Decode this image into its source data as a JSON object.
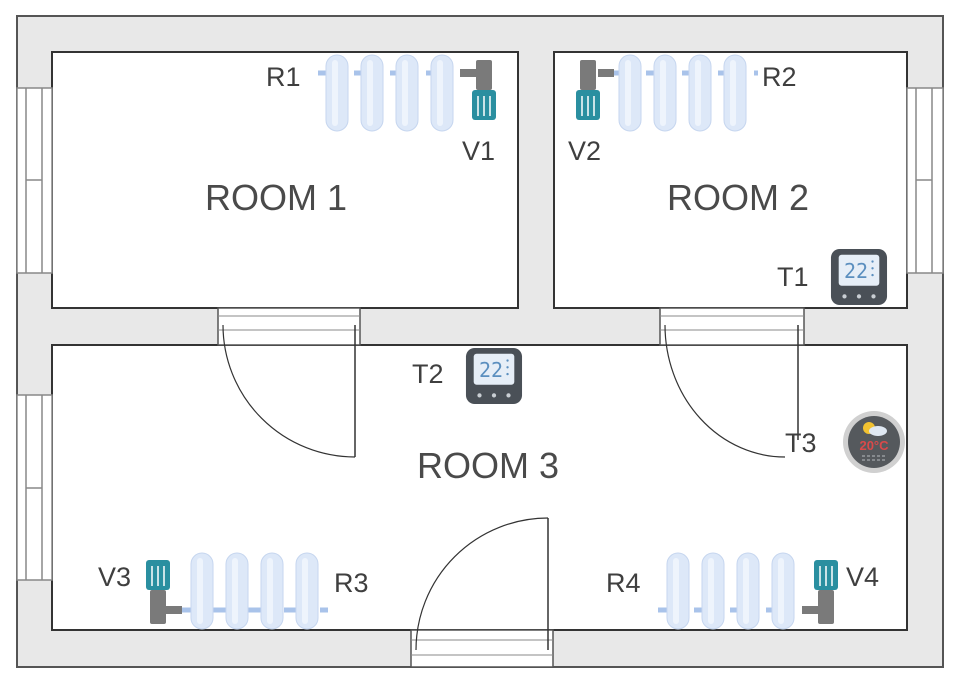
{
  "rooms": {
    "room1": "ROOM 1",
    "room2": "ROOM 2",
    "room3": "ROOM 3"
  },
  "radiators": {
    "r1": "R1",
    "r2": "R2",
    "r3": "R3",
    "r4": "R4"
  },
  "valves": {
    "v1": "V1",
    "v2": "V2",
    "v3": "V3",
    "v4": "V4"
  },
  "thermostats": {
    "t1": "T1",
    "t2": "T2",
    "t3": "T3",
    "display_value": "22",
    "sensor_reading": "20°C"
  },
  "colors": {
    "wall": "#e8e8e8",
    "outline": "#333333",
    "radiator": "#dde8f8",
    "valve_head": "#2a8fa0",
    "valve_body": "#7a7a7a",
    "thermostat_body": "#4a5057"
  }
}
